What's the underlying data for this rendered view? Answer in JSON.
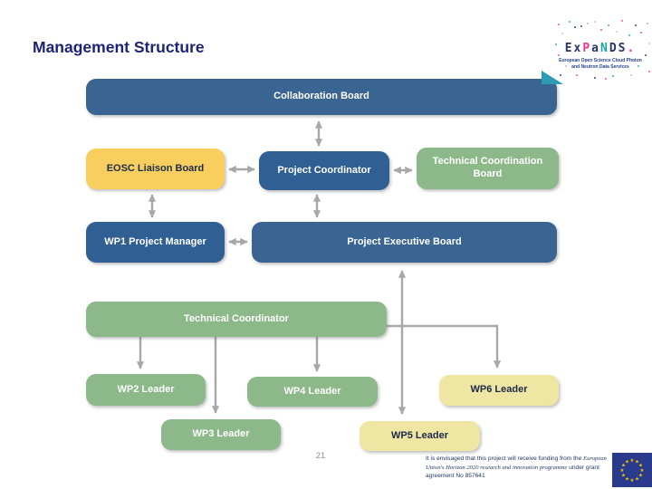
{
  "slide": {
    "title": "Management Structure",
    "page_number": "21"
  },
  "logo": {
    "name": "ExPaNDS",
    "letters": [
      "E",
      "x",
      "P",
      "a",
      "N",
      "D",
      "S",
      "."
    ],
    "letter_colors": [
      "#2a3566",
      "#2a3566",
      "#e5358c",
      "#2a3566",
      "#16a8a1",
      "#2a3566",
      "#2a3566",
      "#e5358c"
    ],
    "tagline_line1": "European Open Science Cloud Photon",
    "tagline_line2": "and Neutron Data Services"
  },
  "diagram": {
    "boxes": {
      "collaboration_board": "Collaboration Board",
      "eosc_liaison_board": "EOSC Liaison Board",
      "project_coordinator": "Project Coordinator",
      "technical_coordination_board": "Technical Coordination Board",
      "wp1_project_manager": "WP1 Project Manager",
      "project_executive_board": "Project Executive Board",
      "technical_coordinator": "Technical Coordinator",
      "wp2_leader": "WP2 Leader",
      "wp3_leader": "WP3 Leader",
      "wp4_leader": "WP4 Leader",
      "wp5_leader": "WP5 Leader",
      "wp6_leader": "WP6 Leader"
    },
    "colors": {
      "steel_blue": "#3a6492",
      "blue": "#305f94",
      "green": "#8cb88a",
      "gold": "#f8cf5f",
      "pale_yellow": "#efe6a3",
      "arrow_gray": "#a8a8a8",
      "dark_text": "#1c2b4a",
      "light_text": "#ffffff",
      "title_navy": "#1e2277"
    }
  },
  "footer": {
    "funding_part1": "It is envisaged that this project will receive funding from the ",
    "funding_part2": "European Union's Horizon 2020 research and innovation programme",
    "funding_part3": " under grant agreement No 857641"
  },
  "icons": {
    "eu_flag": "eu-flag",
    "expands_logo": "expands-logo"
  }
}
